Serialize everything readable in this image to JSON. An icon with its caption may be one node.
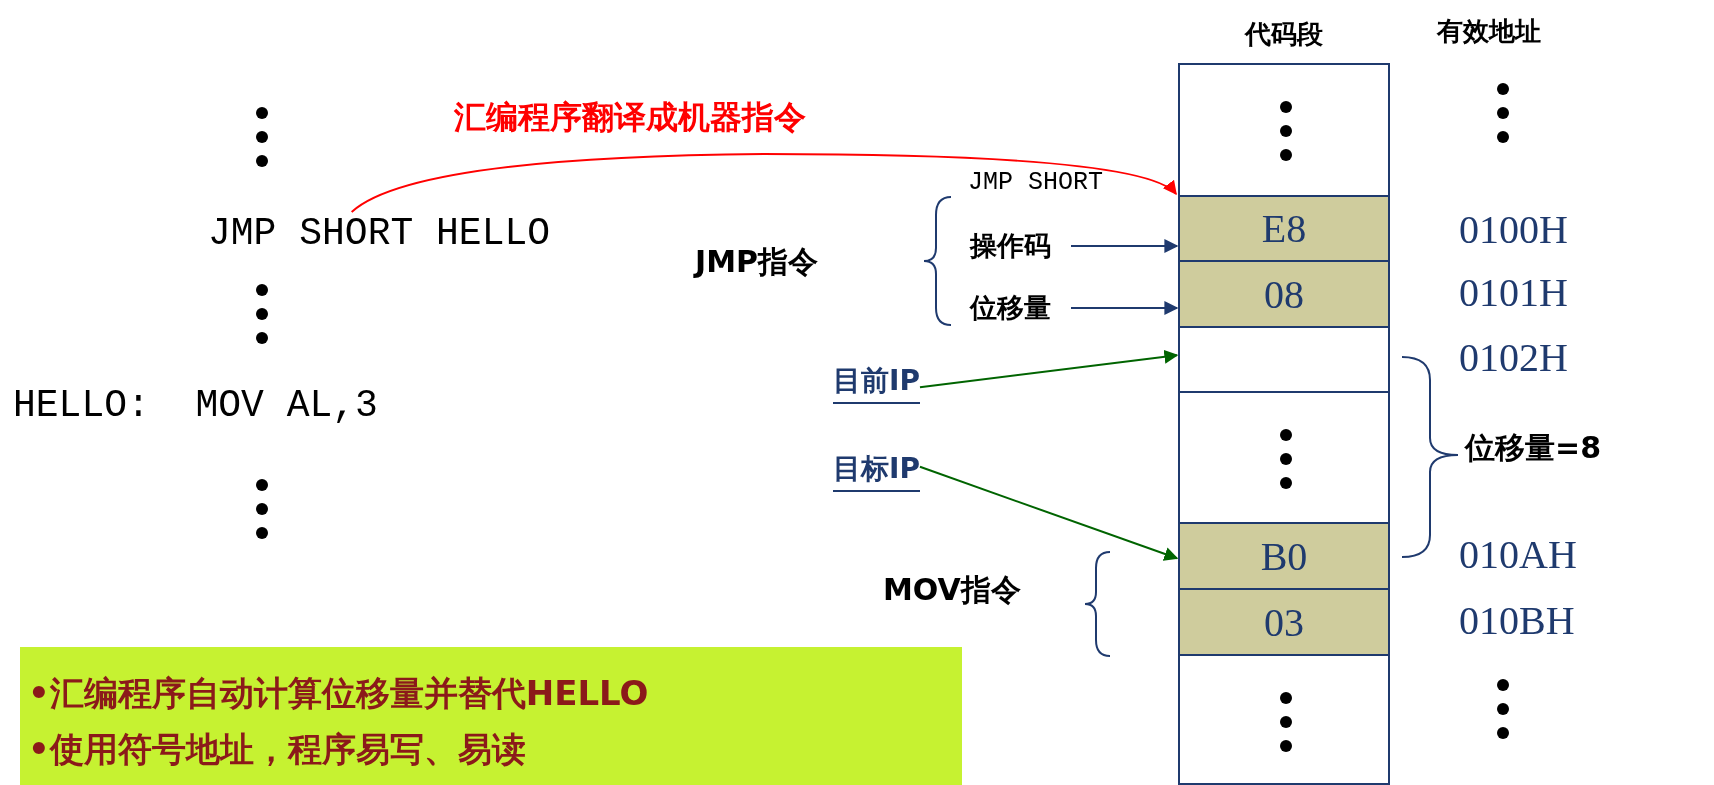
{
  "diagram": {
    "nodes": [
      {
        "text": [
          "代码段"
        ]
      },
      {
        "text": [],
        "shape": "box",
        "in": 0
      },
      {
        "text": [
          "E8"
        ],
        "in": 0
      },
      {
        "text": [
          "08"
        ],
        "in": 0
      },
      {
        "text": [],
        "shape": "box",
        "in": 0
      },
      {
        "text": [],
        "shape": "box",
        "in": 0
      },
      {
        "text": [
          "B0"
        ],
        "in": 0
      },
      {
        "text": [
          "03"
        ],
        "in": 0
      },
      {
        "text": [],
        "shape": "box",
        "in": 0
      },
      {
        "text": [
          "JMP SHORT HELLO"
        ]
      },
      {
        "text": [
          "操作码"
        ]
      },
      {
        "text": [
          "位移量"
        ]
      },
      {
        "text": [
          "目前IP"
        ]
      },
      {
        "text": [
          "目标IP"
        ]
      },
      {
        "text": [
          "•汇编程序自动计算位移量并替代HELLO",
          "•使用符号地址，程序易写、易读"
        ]
      }
    ],
    "edges": [
      {
        "from": 9,
        "to": 2,
        "arrow": "to",
        "label": "汇编程序翻译成机器指令",
        "color": "#ff0000"
      },
      {
        "from": 10,
        "to": 2,
        "arrow": "to"
      },
      {
        "from": 11,
        "to": 3,
        "arrow": "to"
      },
      {
        "from": 12,
        "to": 4,
        "arrow": "to",
        "color": "#006400"
      },
      {
        "from": 13,
        "to": 6,
        "arrow": "to",
        "color": "#006400"
      }
    ],
    "labels": [
      "有效地址",
      "JMP SHORT",
      "JMP指令",
      "0100H",
      "0101H",
      "0102H",
      "HELLO:  MOV AL,3",
      "位移量=8",
      "010AH",
      "MOV指令",
      "010BH"
    ]
  }
}
